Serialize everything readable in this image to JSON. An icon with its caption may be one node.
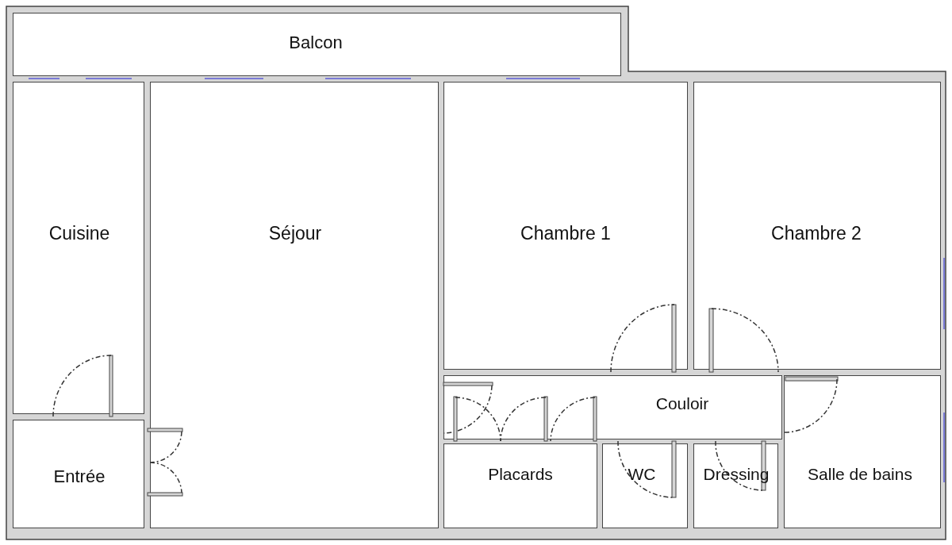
{
  "diagram": {
    "nodes": [
      {
        "text": [
          "Balcon"
        ]
      },
      {
        "text": [
          "Cuisine"
        ]
      },
      {
        "text": [
          "Séjour"
        ]
      },
      {
        "text": [
          "Chambre 1"
        ]
      },
      {
        "text": [
          "Chambre 2"
        ]
      },
      {
        "text": [
          "Couloir"
        ]
      },
      {
        "text": [
          "Entrée"
        ]
      },
      {
        "text": [
          "Placards"
        ]
      },
      {
        "text": [
          "WC"
        ]
      },
      {
        "text": [
          "Dressing"
        ]
      },
      {
        "text": [
          "Salle de bains"
        ]
      }
    ]
  }
}
